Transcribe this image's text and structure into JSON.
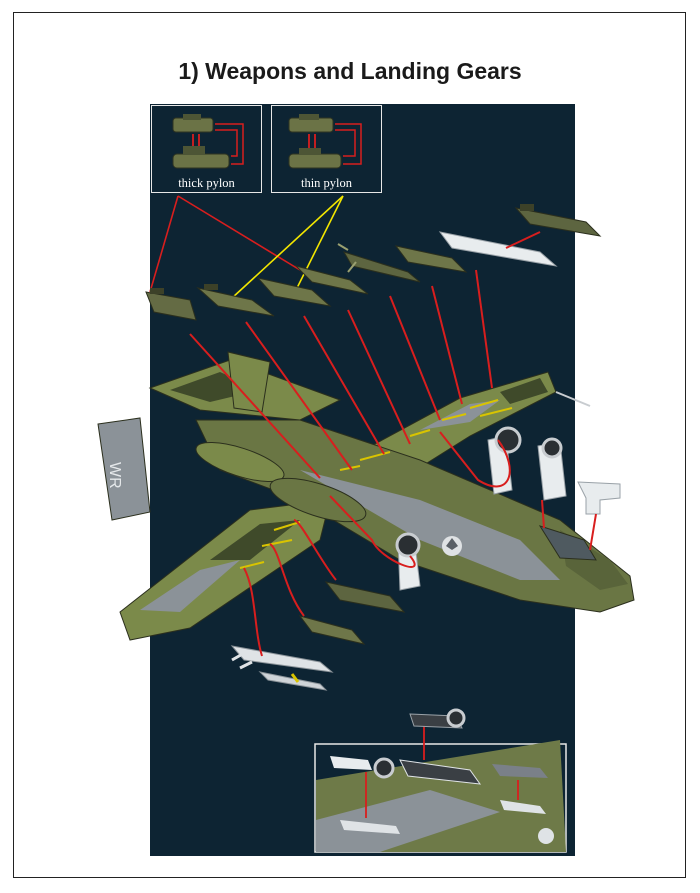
{
  "title": "1) Weapons and Landing Gears",
  "insets": {
    "thick_pylon_label": "thick pylon",
    "thin_pylon_label": "thin pylon"
  },
  "tail_marking": "WR",
  "colors": {
    "background": "#0d2433",
    "arrow": "#d81e1e",
    "guide": "#f2e600",
    "camo_light": "#7b8a4a",
    "camo_dark": "#3f4a2a",
    "camo_gray": "#8b9298"
  }
}
